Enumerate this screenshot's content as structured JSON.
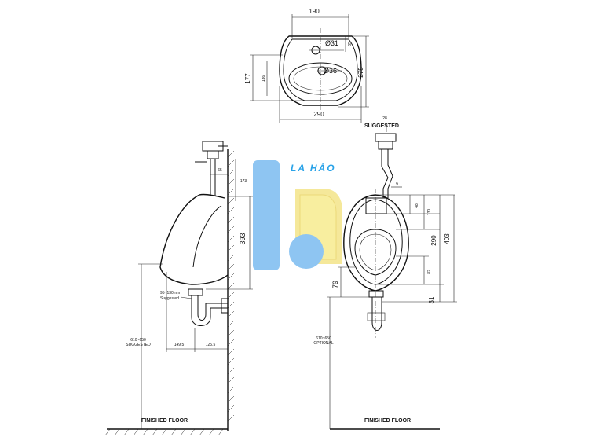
{
  "top_view": {
    "width_top": "190",
    "hole_small": "Ø31",
    "offset_65": "65",
    "hole_large": "Ø36",
    "depth_177": "177",
    "depth_136": "136",
    "height_275": "275",
    "width_290": "290",
    "small_28": "28",
    "suggested": "SUGGESTED"
  },
  "side_view": {
    "dim_65": "65",
    "dim_173": "173",
    "dim_393": "393",
    "note_1": "95~130mm",
    "note_2": "Suggested",
    "dim_610": "610~650",
    "dim_610_sub": "SUGGESTED",
    "dim_149": "149.5",
    "dim_125": "125.5",
    "floor": "FINISHED FLOOR"
  },
  "front_view": {
    "dim_9": "9",
    "dim_48": "48",
    "dim_130": "130",
    "dim_290": "290",
    "dim_403": "403",
    "dim_82": "82",
    "dim_79": "79",
    "dim_31": "31",
    "dim_610": "610~650",
    "dim_610_sub": "OPTIONAL",
    "floor": "FINISHED FLOOR"
  },
  "logo": {
    "text": "LA HÀO",
    "blue": "#8ec5f2",
    "yellow": "#f5e89a",
    "brand_blue": "#2aa3e8"
  }
}
